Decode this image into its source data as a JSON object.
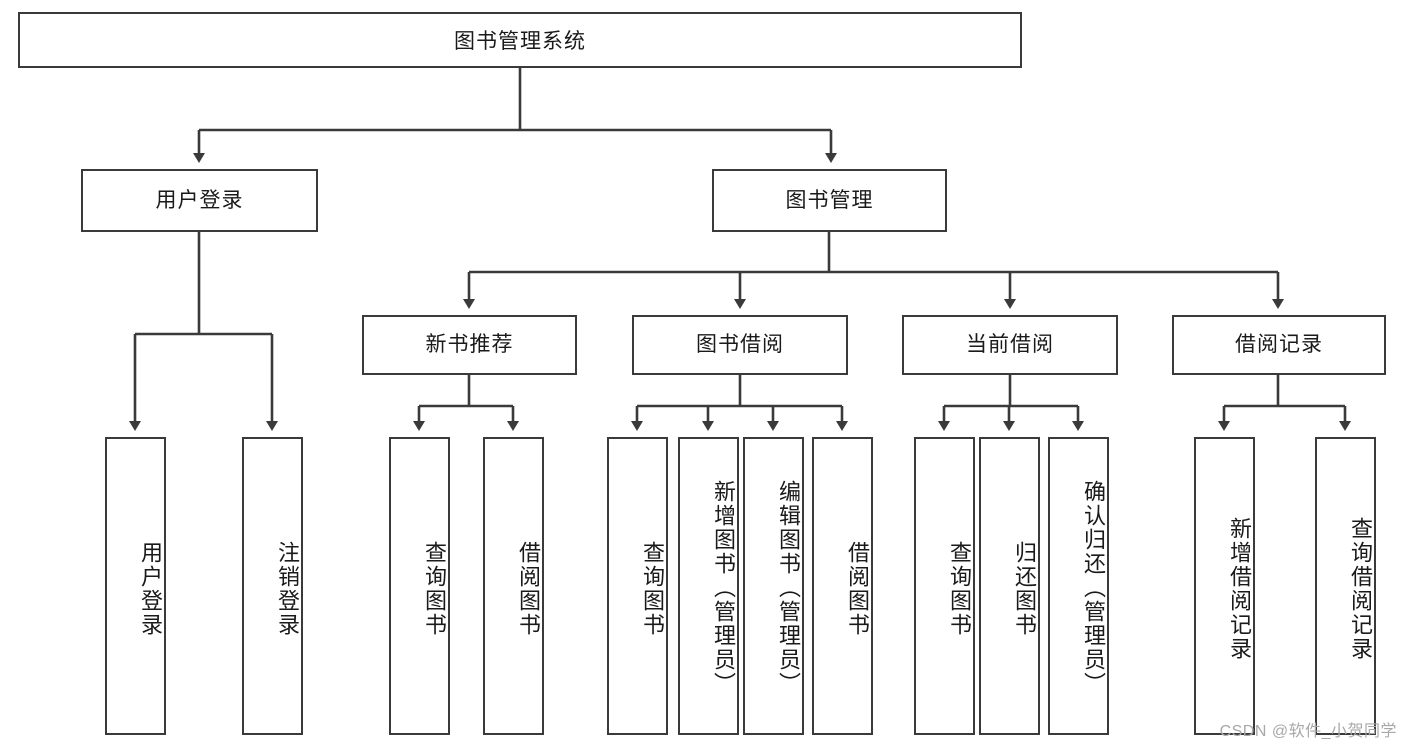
{
  "diagram": {
    "type": "hierarchy-tree",
    "title": "图书管理系统",
    "root": {
      "label": "图书管理系统"
    },
    "level2": [
      {
        "label": "用户登录"
      },
      {
        "label": "图书管理"
      }
    ],
    "level3": [
      {
        "label": "新书推荐"
      },
      {
        "label": "图书借阅"
      },
      {
        "label": "当前借阅"
      },
      {
        "label": "借阅记录"
      }
    ],
    "leaves": {
      "user_login": [
        {
          "label": "用户登录"
        },
        {
          "label": "注销登录"
        }
      ],
      "new_book_recommend": [
        {
          "label": "查询图书"
        },
        {
          "label": "借阅图书"
        }
      ],
      "book_borrow": [
        {
          "label": "查询图书"
        },
        {
          "label": "新增图书（管理员）"
        },
        {
          "label": "编辑图书（管理员）"
        },
        {
          "label": "借阅图书"
        }
      ],
      "current_borrow": [
        {
          "label": "查询图书"
        },
        {
          "label": "归还图书"
        },
        {
          "label": "确认归还（管理员）"
        }
      ],
      "borrow_record": [
        {
          "label": "新增借阅记录"
        },
        {
          "label": "查询借阅记录"
        }
      ]
    },
    "colors": {
      "stroke": "#3a3a3a",
      "box_fill": "#ffffff",
      "text": "#1a1a1a",
      "watermark": "#a8a8a8"
    }
  },
  "watermark": {
    "text": "CSDN @软件_小贺同学"
  }
}
